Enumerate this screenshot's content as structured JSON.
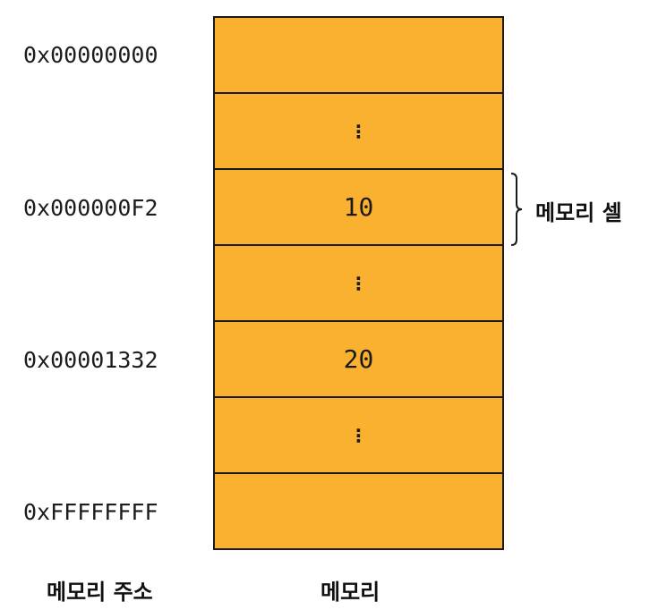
{
  "addresses": {
    "first": "0x00000000",
    "second": "0x000000F2",
    "third": "0x00001332",
    "last": "0xFFFFFFFF"
  },
  "memory_cells": [
    {
      "text": ""
    },
    {
      "text": "⋮"
    },
    {
      "text": "10"
    },
    {
      "text": "⋮"
    },
    {
      "text": "20"
    },
    {
      "text": "⋮"
    },
    {
      "text": ""
    }
  ],
  "labels": {
    "memory_cell": "메모리 셀",
    "memory_address": "메모리 주소",
    "memory": "메모리"
  },
  "colors": {
    "cell_fill": "#f9b12f",
    "border": "#1a1a1a"
  }
}
